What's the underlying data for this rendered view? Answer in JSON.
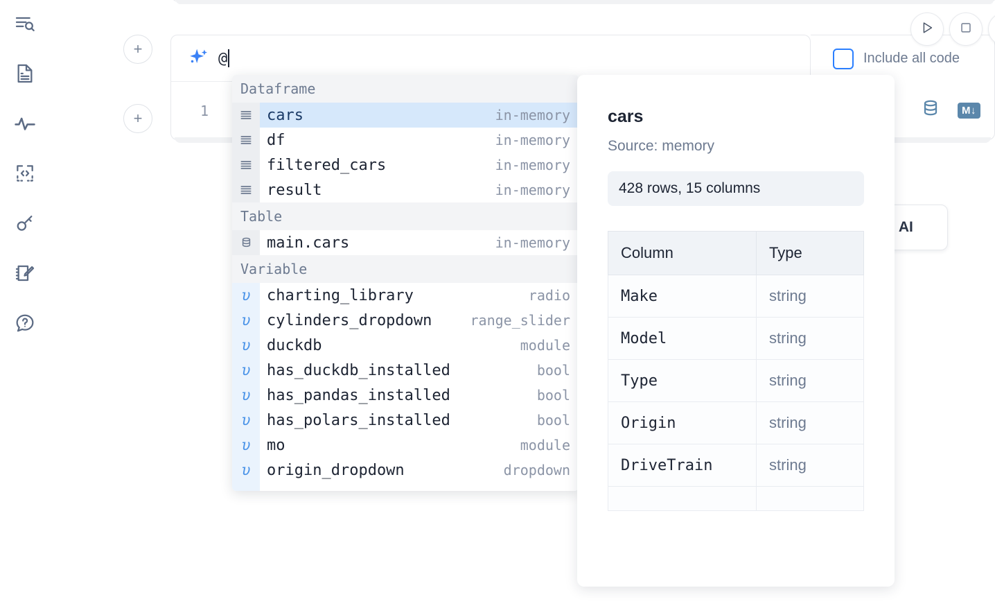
{
  "sidebar": {
    "items": [
      {
        "name": "search-outline-icon",
        "label": "Explore"
      },
      {
        "name": "document-icon",
        "label": "Notebook"
      },
      {
        "name": "activity-icon",
        "label": "Runtime"
      },
      {
        "name": "snippets-icon",
        "label": "Snippets"
      },
      {
        "name": "key-icon",
        "label": "Secrets"
      },
      {
        "name": "scratchpad-icon",
        "label": "Scratchpad"
      },
      {
        "name": "help-icon",
        "label": "Help"
      }
    ]
  },
  "toolbar": {
    "add_cell_label": "+",
    "run_label": "Run",
    "stop_label": "Interrupt",
    "include_all_code_label": "Include all code",
    "include_all_code_checked": false,
    "accent_color": "#2b7fff"
  },
  "ai_prompt": {
    "value": "@",
    "icon": "sparkles-icon"
  },
  "code_cell": {
    "line_number": "1",
    "db_icon_label": "sql",
    "markdown_badge": "M↓"
  },
  "ai_float_button": {
    "label": "h AI"
  },
  "autocomplete": {
    "groups": [
      {
        "header": "Dataframe",
        "kind": "dataframe",
        "icon": "dataframe-icon",
        "items": [
          {
            "name": "cars",
            "type": "in-memory",
            "selected": true
          },
          {
            "name": "df",
            "type": "in-memory",
            "selected": false
          },
          {
            "name": "filtered_cars",
            "type": "in-memory",
            "selected": false
          },
          {
            "name": "result",
            "type": "in-memory",
            "selected": false
          }
        ]
      },
      {
        "header": "Table",
        "kind": "table",
        "icon": "database-icon",
        "items": [
          {
            "name": "main.cars",
            "type": "in-memory",
            "selected": false
          }
        ]
      },
      {
        "header": "Variable",
        "kind": "variable",
        "icon": "variable-icon",
        "items": [
          {
            "name": "charting_library",
            "type": "radio",
            "selected": false
          },
          {
            "name": "cylinders_dropdown",
            "type": "range_slider",
            "selected": false
          },
          {
            "name": "duckdb",
            "type": "module",
            "selected": false
          },
          {
            "name": "has_duckdb_installed",
            "type": "bool",
            "selected": false
          },
          {
            "name": "has_pandas_installed",
            "type": "bool",
            "selected": false
          },
          {
            "name": "has_polars_installed",
            "type": "bool",
            "selected": false
          },
          {
            "name": "mo",
            "type": "module",
            "selected": false
          },
          {
            "name": "origin_dropdown",
            "type": "dropdown",
            "selected": false
          }
        ]
      }
    ]
  },
  "documentation": {
    "title": "cars",
    "source": "Source: memory",
    "shape": "428 rows, 15 columns",
    "table": {
      "headers": [
        "Column",
        "Type"
      ],
      "rows": [
        [
          "Make",
          "string"
        ],
        [
          "Model",
          "string"
        ],
        [
          "Type",
          "string"
        ],
        [
          "Origin",
          "string"
        ],
        [
          "DriveTrain",
          "string"
        ]
      ]
    }
  }
}
